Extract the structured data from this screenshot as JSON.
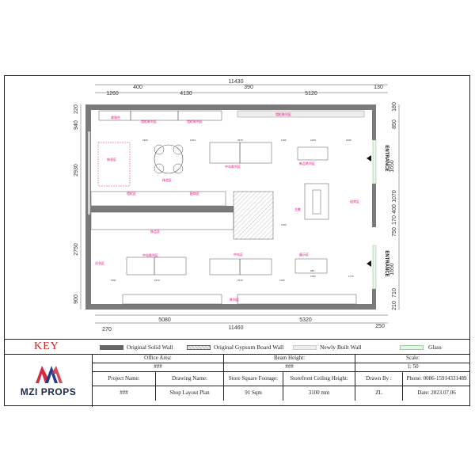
{
  "plan": {
    "top_dims_total": "11430",
    "top_dims": [
      "1260",
      "400",
      "4130",
      "390",
      "5120",
      "130"
    ],
    "bottom_dims_total": "11460",
    "bottom_dims": [
      "270",
      "5080",
      "5320",
      "250"
    ],
    "left_dims": [
      "220",
      "940",
      "2930",
      "2750",
      "900"
    ],
    "right_dims": [
      "180",
      "850",
      "1070",
      "400",
      "170",
      "750",
      "710",
      "210"
    ],
    "entrance_label": "ENTRANCE",
    "entrance_width": "1650",
    "inner_dims": [
      "1600",
      "1404",
      "2470",
      "1100",
      "1200",
      "1920",
      "2470",
      "1001",
      "2472",
      "1100",
      "1300",
      "980",
      "1770",
      "1300"
    ]
  },
  "key": {
    "title": "KEY",
    "items": [
      "Original Solid Wall",
      "Original Gypsum Board Wall",
      "Newly Built Wall",
      "Glass"
    ],
    "colors": [
      "#666666",
      "#cfcfcf",
      "#eeeeee",
      "#e6f5e6"
    ]
  },
  "brand": {
    "name": "MZI PROPS",
    "colors": [
      "#d6283f",
      "#1f3f8f",
      "#1b2a4a"
    ]
  },
  "table": {
    "office_area_label": "Office Area:",
    "office_area_value": "###",
    "beam_height_label": "Beam Height:",
    "beam_height_value": "###",
    "scale_label": "Scale:",
    "scale_value": "1: 50",
    "project_name_label": "Project Name:",
    "project_name_value": "###",
    "drawing_name_label": "Drawing Name:",
    "drawing_name_value": "Shop Layout Plan",
    "footage_label": "Store Square Footage:",
    "footage_value": "91 Sqm",
    "ceiling_label": "Storefront Ceiling Height:",
    "ceiling_value": "3100 mm",
    "drawn_by_label": "Drawn By :",
    "drawn_by_value": "ZL",
    "phone_label": "Phone: 0086-15914331489",
    "date_label": "Date: 2023.07.06"
  }
}
